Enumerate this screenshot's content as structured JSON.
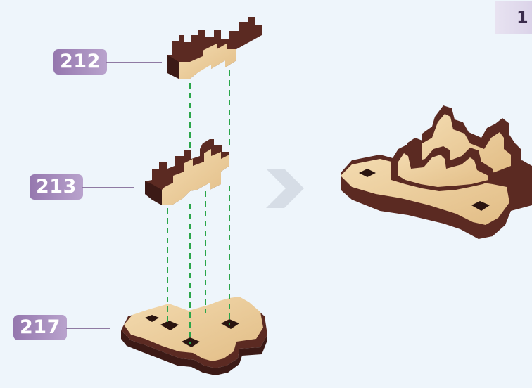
{
  "step_number": "1",
  "parts": [
    {
      "id": "part-212",
      "label": "212"
    },
    {
      "id": "part-213",
      "label": "213"
    },
    {
      "id": "part-217",
      "label": "217"
    }
  ],
  "colors": {
    "background": "#eef5fb",
    "label_bg": "#9d80b5",
    "wood_face": "#eccd9a",
    "wood_edge": "#5b2a22",
    "guide_line": "#2aa64a",
    "arrow": "#d6dde6"
  }
}
